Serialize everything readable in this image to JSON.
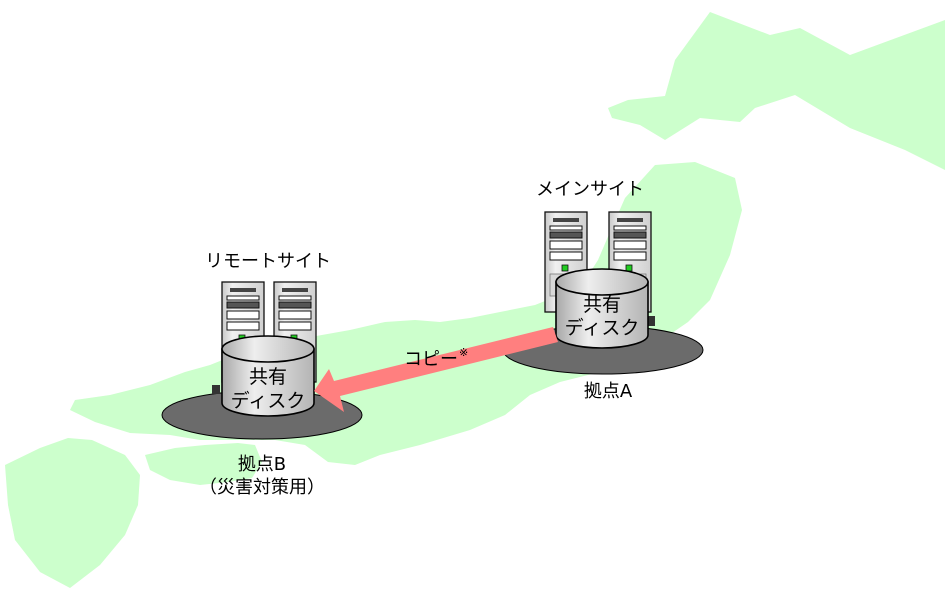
{
  "site_a": {
    "title": "メインサイト",
    "disk_line1": "共有",
    "disk_line2": "ディスク",
    "location": "拠点A"
  },
  "site_b": {
    "title": "リモートサイト",
    "disk_line1": "共有",
    "disk_line2": "ディスク",
    "location_line1": "拠点B",
    "location_line2": "（災害対策用）"
  },
  "copy_arrow": {
    "label": "コピー",
    "footnote_mark": "※"
  },
  "colors": {
    "land": "#ccffcc",
    "shadow": "#6b6b6b",
    "server_body": "#e4e4e4",
    "disk_body": "#d0d0d0",
    "arrow": "#ff7f7f"
  }
}
